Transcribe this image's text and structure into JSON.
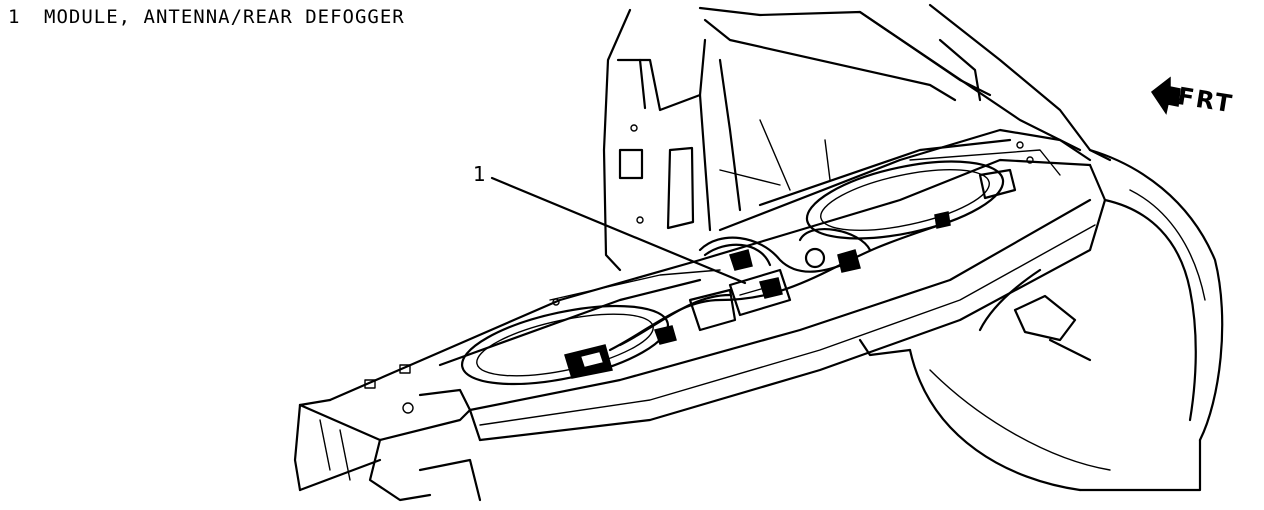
{
  "legend": {
    "number": "1",
    "text": "MODULE, ANTENNA/REAR DEFOGGER"
  },
  "callout": {
    "number": "1"
  },
  "orientation": {
    "label": "FRT"
  }
}
